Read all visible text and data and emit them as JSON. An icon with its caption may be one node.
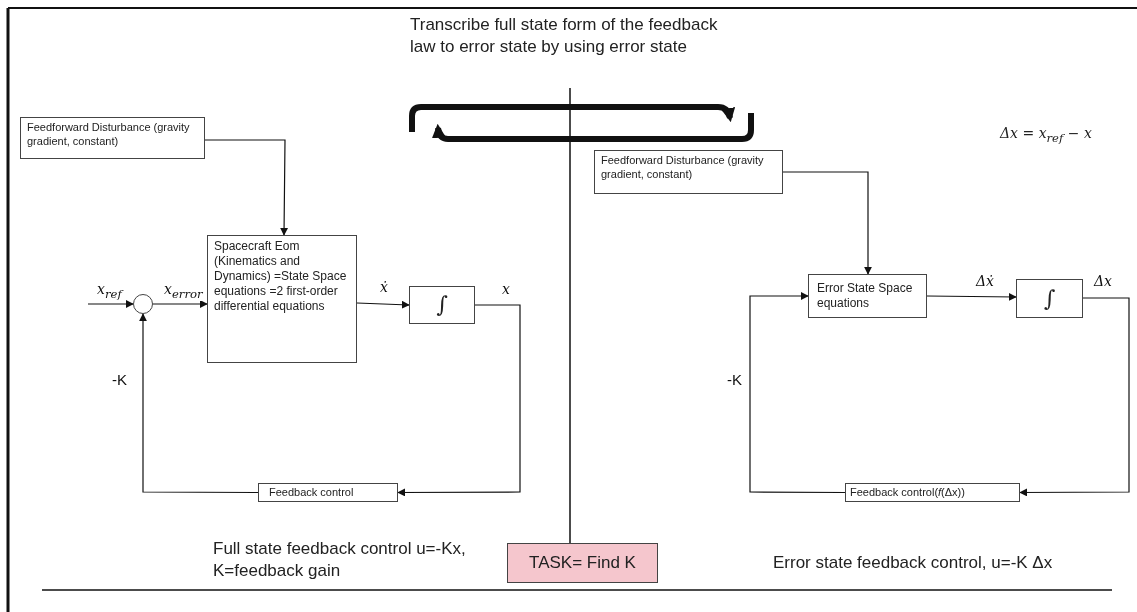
{
  "diagram": {
    "nodes": [
      {
        "text": [
          "Feedforward Disturbance (gravity gradient, constant)"
        ]
      },
      {
        "text": [],
        "shape": "circle"
      },
      {
        "text": [
          "Spacecraft Eom (Kinematics and Dynamics) =State Space equations =2 first-order differential equations"
        ]
      },
      {
        "text": [
          "∫"
        ]
      },
      {
        "text": [
          "Feedback control"
        ]
      },
      {
        "text": [
          "Feedforward Disturbance (gravity gradient, constant)"
        ]
      },
      {
        "text": [
          "Error State Space equations"
        ]
      },
      {
        "text": [
          "∫"
        ]
      },
      {
        "text": [
          "Feedback control(*f*(Δx))"
        ]
      },
      {
        "text": [
          "TASK= Find K"
        ]
      }
    ],
    "edges": [
      {
        "from": 0,
        "to": 2,
        "arrow": "to"
      },
      {
        "from": null,
        "to": 1,
        "arrow": "to",
        "label": "x$_{ref}$"
      },
      {
        "from": 1,
        "to": 2,
        "arrow": "to",
        "label": "x$_{error}$"
      },
      {
        "from": 2,
        "to": 3,
        "arrow": "to",
        "label": "ẋ"
      },
      {
        "from": 3,
        "to": 4,
        "arrow": "to",
        "label": "x"
      },
      {
        "from": 4,
        "to": 1,
        "arrow": "to",
        "label": "-K"
      },
      {
        "from": 5,
        "to": 6,
        "arrow": "to"
      },
      {
        "from": 6,
        "to": 7,
        "arrow": "to",
        "label": "Δẋ"
      },
      {
        "from": 7,
        "to": 8,
        "arrow": "to",
        "label": "Δx"
      },
      {
        "from": 8,
        "to": 6,
        "arrow": "to",
        "label": "-K"
      }
    ],
    "labels": [
      "Transcribe full state form of the feedback law to error state by using error state",
      "Δx = x$_{ref}$ − x",
      "Full state feedback control u=-Kx, K=feedback gain",
      "Error state feedback control, u=-K Δx"
    ]
  }
}
